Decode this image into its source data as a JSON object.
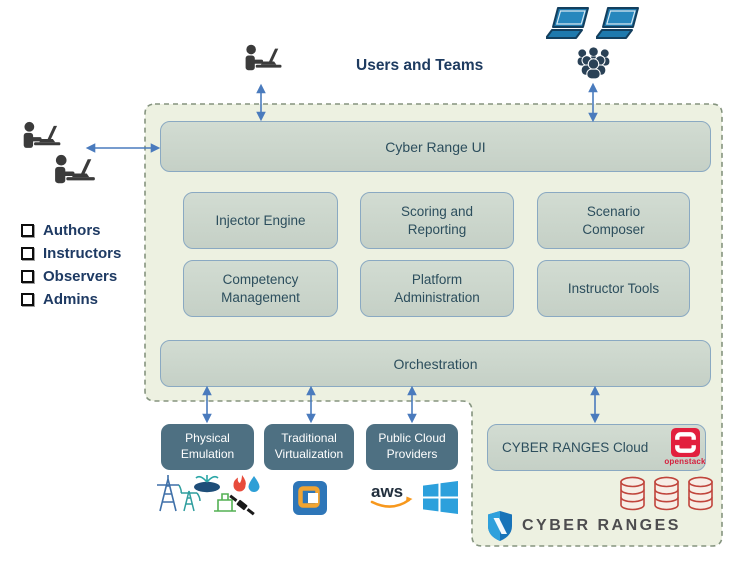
{
  "users_and_teams": {
    "label": "Users and Teams"
  },
  "roles": {
    "items": [
      {
        "label": "Authors"
      },
      {
        "label": "Instructors"
      },
      {
        "label": "Observers"
      },
      {
        "label": "Admins"
      }
    ]
  },
  "platform": {
    "ui_bar_label": "Cyber Range UI",
    "modules": [
      {
        "label": "Injector Engine"
      },
      {
        "label": "Scoring and Reporting"
      },
      {
        "label": "Scenario Composer"
      },
      {
        "label": "Competency Management"
      },
      {
        "label": "Platform Administration"
      },
      {
        "label": "Instructor Tools"
      }
    ],
    "orchestration_label": "Orchestration"
  },
  "infrastructure": {
    "boxes": [
      {
        "label": "Physical Emulation"
      },
      {
        "label": "Traditional Virtualization"
      },
      {
        "label": "Public Cloud Providers"
      }
    ],
    "icons": [
      "physical-emulation-icons",
      "vmware-icon",
      "aws-icon",
      "windows-icon"
    ]
  },
  "cloud": {
    "box_label": "CYBER RANGES Cloud",
    "openstack_label": "openstack",
    "brand_label": "CYBER RANGES",
    "icons": [
      "openstack-logo",
      "database-icons",
      "cyber-ranges-shield-icon"
    ]
  },
  "colors": {
    "container_bg": "#edf1e1",
    "container_dash": "#85947f",
    "box_fill": "#cbd5ca",
    "box_border": "#8aa9c2",
    "box_text": "#2c4e5d",
    "infra_box_fill": "#4e7082",
    "infra_box_text": "#ffffff",
    "navy_text": "#1e3b60",
    "arrow_blue": "#4a7bbd",
    "openstack_red": "#e21f3d",
    "aws_orange": "#f7981d",
    "windows_blue": "#2ca0dc",
    "brand_gray": "#4d4d4f"
  }
}
